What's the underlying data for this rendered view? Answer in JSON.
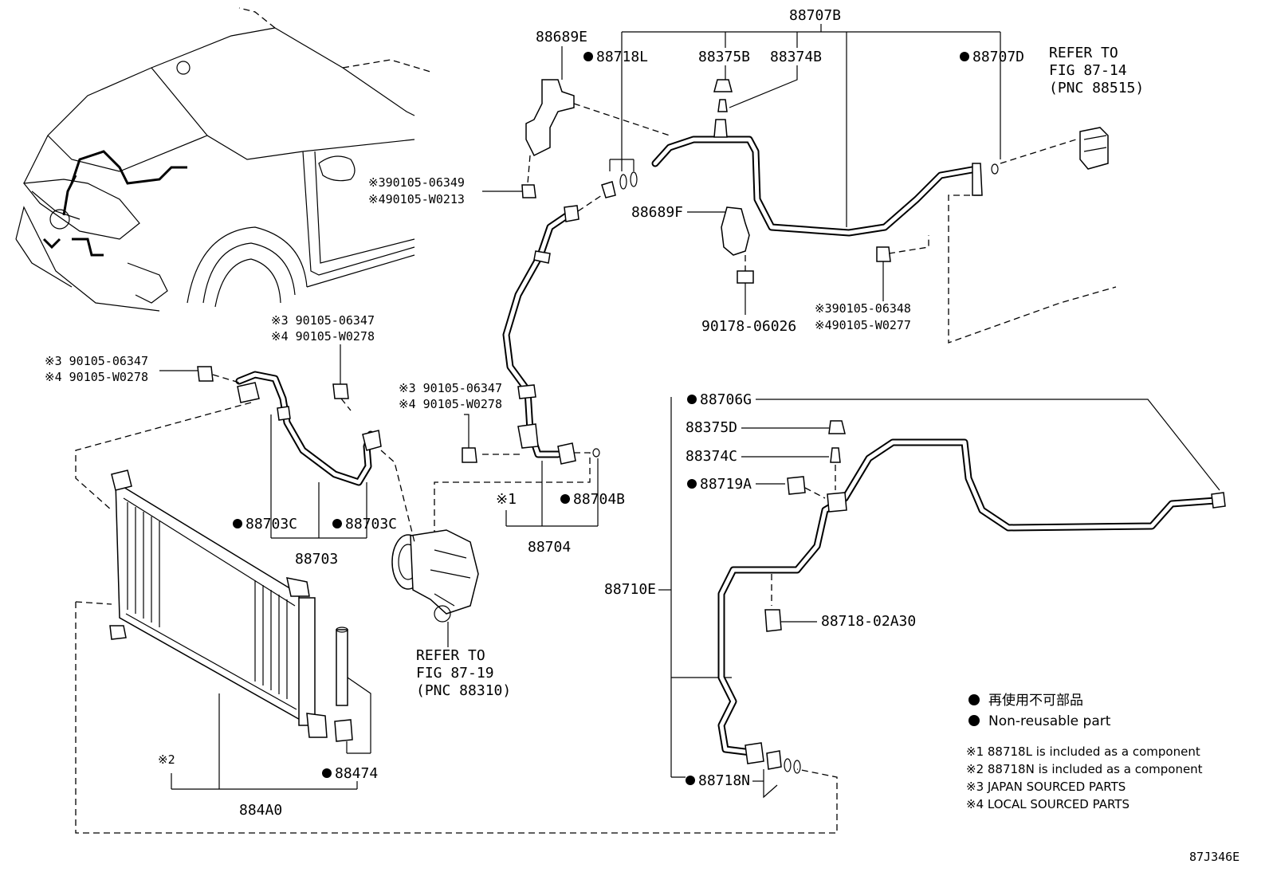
{
  "labels": {
    "p88707B": "88707B",
    "p88689E": "88689E",
    "p88718L": "88718L",
    "p88375B": "88375B",
    "p88374B": "88374B",
    "p88707D": "88707D",
    "refer_87_14": [
      "REFER TO",
      "FIG 87-14",
      "(PNC 88515)"
    ],
    "bolt_06349_j": "※390105-06349",
    "bolt_W0213_l": "※490105-W0213",
    "p88689F": "88689F",
    "bolt_06348_j": "※390105-06348",
    "bolt_W0277_l": "※490105-W0277",
    "clip_06026": "90178-06026",
    "bolt_06347_j_a": "※3 90105-06347",
    "bolt_W0278_l_a": "※4 90105-W0278",
    "bolt_06347_j_b": "※3 90105-06347",
    "bolt_W0278_l_b": "※4 90105-W0278",
    "bolt_06347_j_c": "※3 90105-06347",
    "bolt_W0278_l_c": "※4 90105-W0278",
    "p88706G": "88706G",
    "p88375D": "88375D",
    "p88374C": "88374C",
    "p88719A": "88719A",
    "note1_mark": "※1",
    "p88704B": "88704B",
    "p88704": "88704",
    "p88703C_a": "88703C",
    "p88703C_b": "88703C",
    "p88703": "88703",
    "p88710E": "88710E",
    "p88718_02A30": "88718-02A30",
    "refer_87_19": [
      "REFER TO",
      "FIG 87-19",
      "(PNC 88310)"
    ],
    "note2_mark": "※2",
    "p88474": "88474",
    "p884A0": "884A0",
    "p88718N": "88718N",
    "figure_id": "87J346E"
  },
  "legend": {
    "jp": "再使用不可部品",
    "en": "Non-reusable part",
    "notes": [
      "※1 88718L is included as a component",
      "※2 88718N is included as a component",
      "※3 JAPAN SOURCED PARTS",
      "※4 LOCAL SOURCED PARTS"
    ]
  }
}
